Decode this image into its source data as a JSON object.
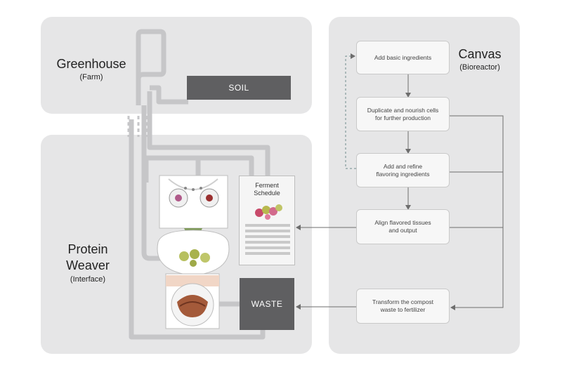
{
  "greenhouse": {
    "title": "Greenhouse",
    "subtitle": "(Farm)"
  },
  "soil": {
    "label": "SOIL"
  },
  "protein_weaver": {
    "title_line1": "Protein",
    "title_line2": "Weaver",
    "subtitle": "(Interface)"
  },
  "canvas": {
    "title": "Canvas",
    "subtitle": "(Bioreactor)"
  },
  "ferment": {
    "line1": "Ferment",
    "line2": "Schedule"
  },
  "waste": {
    "label": "WASTE"
  },
  "steps": [
    {
      "line1": "Add basic ingredients",
      "line2": ""
    },
    {
      "line1": "Duplicate and nourish cells",
      "line2": "for further production"
    },
    {
      "line1": "Add and refine",
      "line2": "flavoring ingredients"
    },
    {
      "line1": "Align flavored tissues",
      "line2": "and output"
    },
    {
      "line1": "Transform the compost",
      "line2": "waste to  fertilizer"
    }
  ],
  "colors": {
    "panel": "#e6e6e7",
    "pipe": "#c6c6c8",
    "dark": "#5f5f61",
    "arrow": "#7a7a7a"
  }
}
